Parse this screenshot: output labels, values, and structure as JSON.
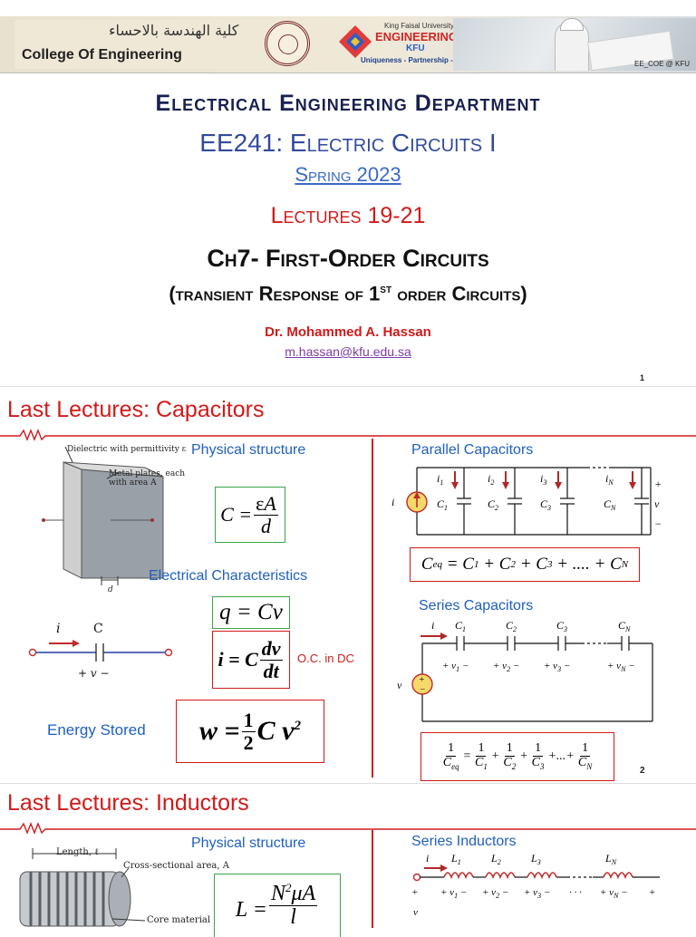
{
  "banner": {
    "college_ar": "كلية الهندسة بالاحساء",
    "college_en": "College Of Engineering",
    "kfu_top": "King Faisal University",
    "kfu_eng": "ENGINEERING",
    "kfu_sub": "KFU",
    "kfu_motto": "Uniqueness - Partnership - Success",
    "code": "EE_COE @ KFU"
  },
  "slide1": {
    "department": "Electrical Engineering Department",
    "course": "EE241: Electric Circuits I",
    "term": "Spring 2023",
    "lectures": "Lectures 19-21",
    "chapter": "Ch7- First-Order Circuits",
    "subtitle_a": "(transient Response of 1",
    "subtitle_sup": "st",
    "subtitle_b": " order Circuits)",
    "author": "Dr. Mohammed A. Hassan",
    "email": "m.hassan@kfu.edu.sa",
    "page": "1"
  },
  "slide2": {
    "title": "Last Lectures: Capacitors",
    "physical_structure": "Physical structure",
    "dielectric_label": "Dielectric with permittivity ε",
    "plates_label": "Metal plates, each with area A",
    "d_label": "d",
    "electrical_characteristics": "Electrical Characteristics",
    "energy_stored": "Energy Stored",
    "oc_note": "O.C. in DC",
    "parallel_title": "Parallel Capacitors",
    "series_title": "Series Capacitors",
    "cap_i": "i",
    "cap_C": "C",
    "cap_v": "+  v  −",
    "page": "2"
  },
  "slide3": {
    "title": "Last Lectures: Inductors",
    "physical_structure": "Physical structure",
    "series_title": "Series Inductors",
    "length_label": "Length, ℓ",
    "area_label": "Cross-sectional area, A",
    "core_label": "Core material"
  }
}
